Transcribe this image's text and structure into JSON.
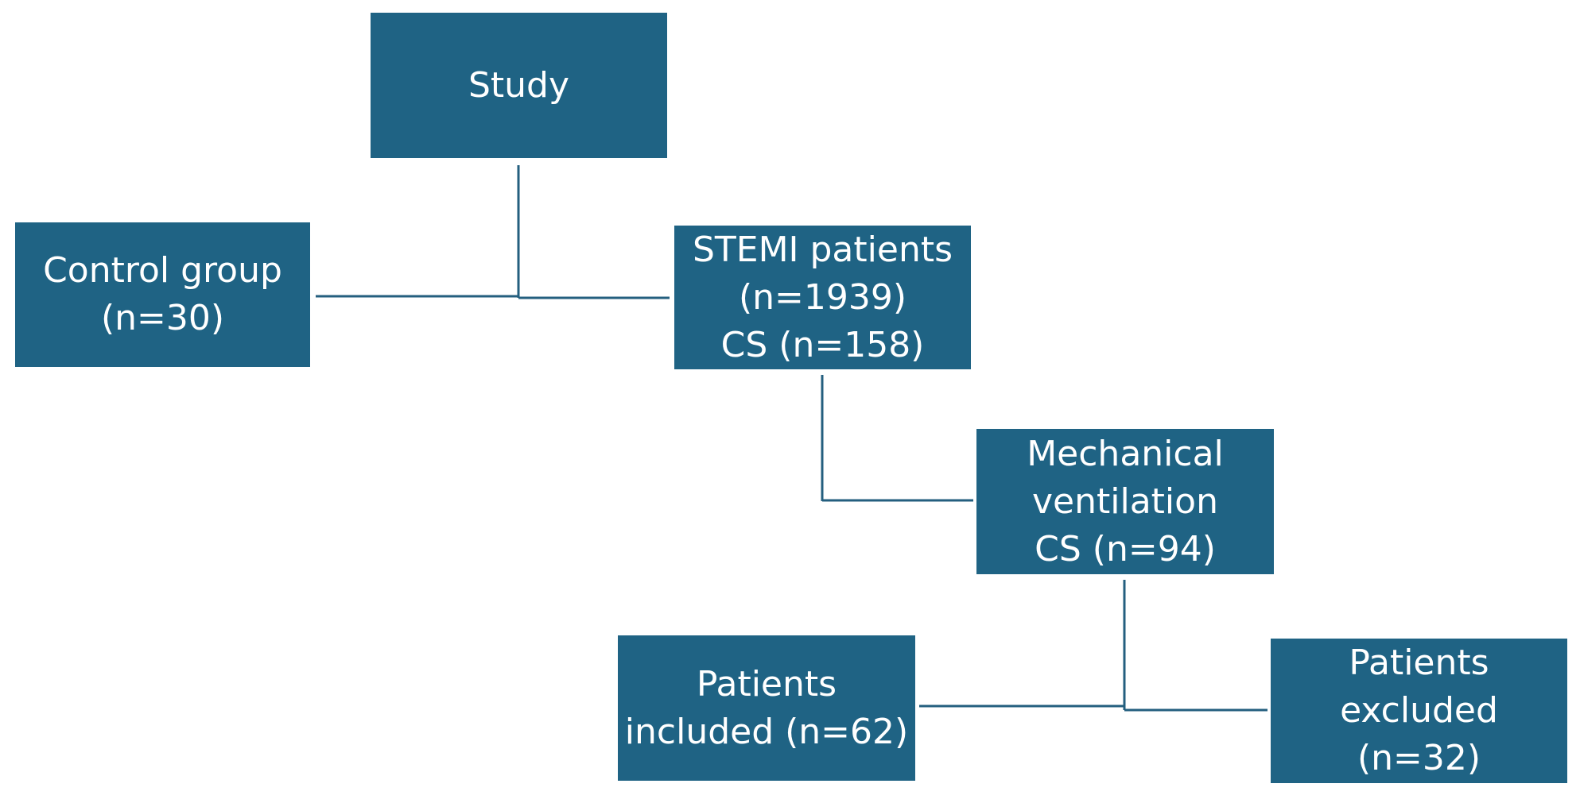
{
  "diagram": {
    "type": "flowchart",
    "colors": {
      "box_fill": "#1f6384",
      "box_text": "#ffffff",
      "connector": "#245f7f"
    },
    "nodes": {
      "study": {
        "lines": [
          "Study"
        ]
      },
      "control": {
        "lines": [
          "Control group",
          "(n=30)"
        ]
      },
      "stemi": {
        "lines": [
          "STEMI patients",
          "(n=1939)",
          "CS (n=158)"
        ]
      },
      "mechanical": {
        "lines": [
          "Mechanical",
          "ventilation",
          "CS (n=94)"
        ]
      },
      "included": {
        "lines": [
          "Patients",
          "included (n=62)"
        ]
      },
      "excluded": {
        "lines": [
          "Patients",
          "excluded",
          "(n=32)"
        ]
      }
    },
    "edges": [
      {
        "from": "study",
        "to": "control"
      },
      {
        "from": "study",
        "to": "stemi"
      },
      {
        "from": "stemi",
        "to": "mechanical"
      },
      {
        "from": "mechanical",
        "to": "included"
      },
      {
        "from": "mechanical",
        "to": "excluded"
      }
    ]
  }
}
